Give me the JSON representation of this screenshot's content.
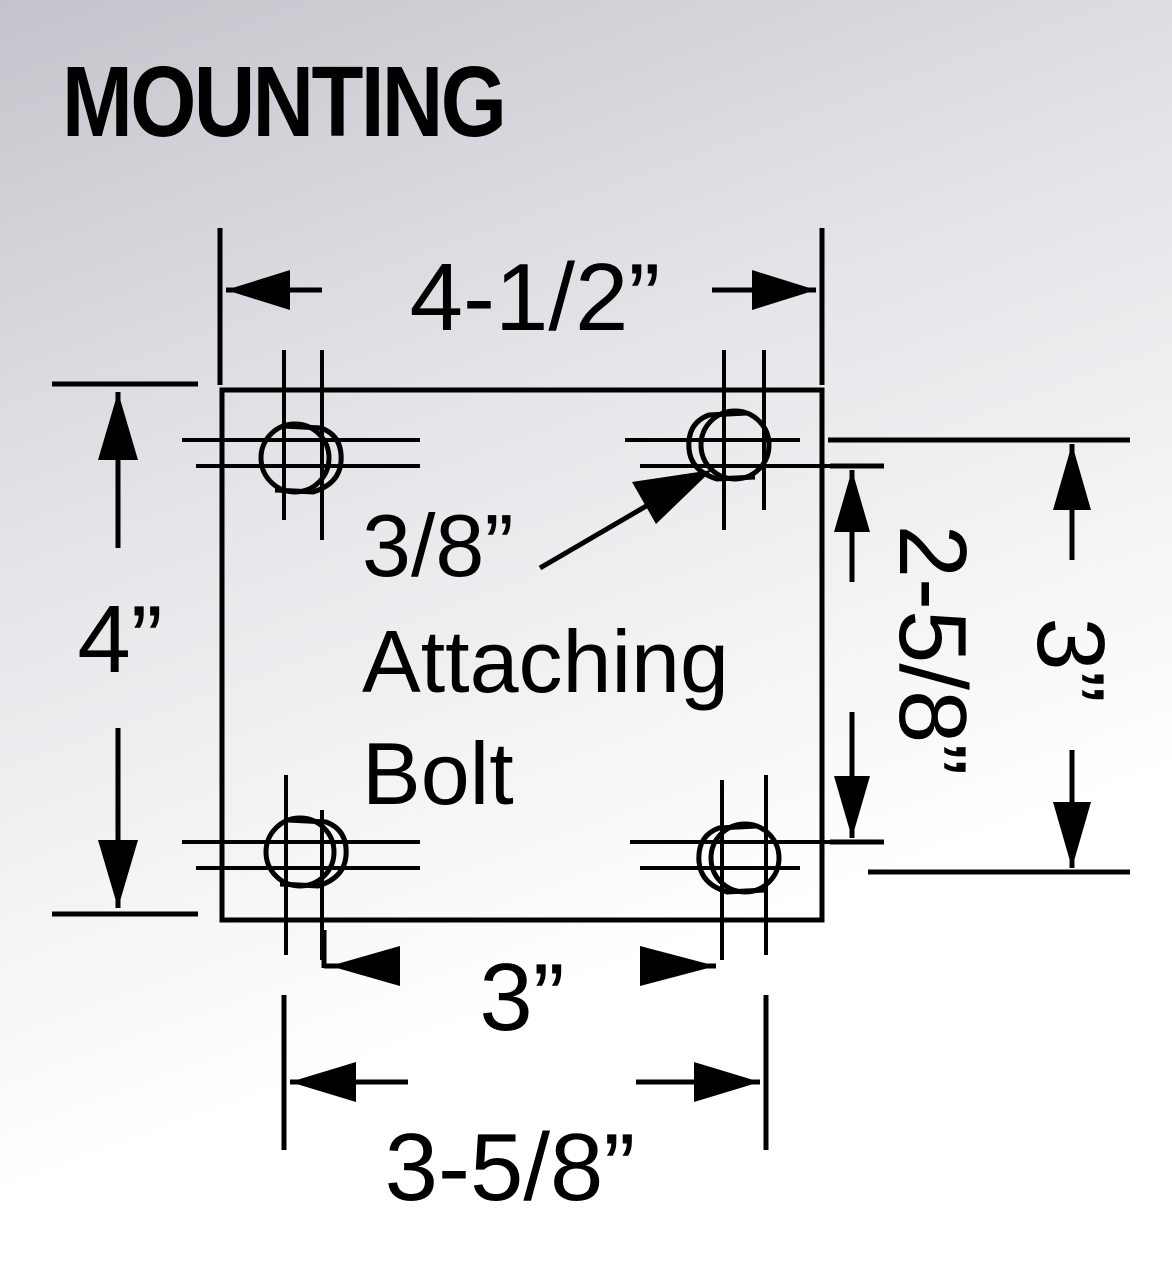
{
  "title": "MOUNTING",
  "dimensions": {
    "top_width": "4-1/2”",
    "left_height": "4”",
    "bolt_spacing_bottom": "3”",
    "bottom_width": "3-5/8”",
    "right_inner": "2-5/8”",
    "right_outer": "3”"
  },
  "bolt_note": {
    "size": "3/8”",
    "line1": "Attaching",
    "line2": "Bolt"
  }
}
